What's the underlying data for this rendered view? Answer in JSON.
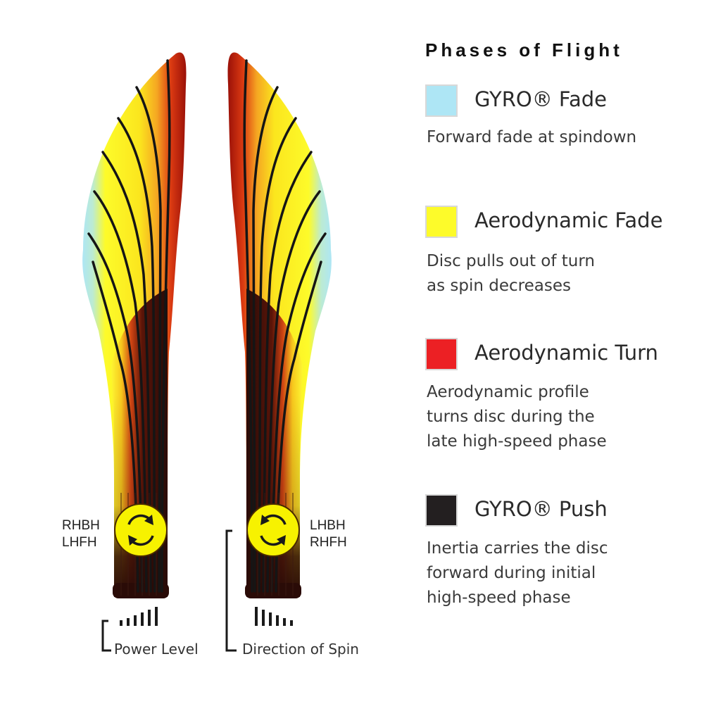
{
  "legend": {
    "title": "Phases of Flight",
    "items": [
      {
        "name": "GYRO® Fade",
        "color": "#aee6f5",
        "desc": [
          "Forward fade at spindown"
        ]
      },
      {
        "name": "Aerodynamic Fade",
        "color": "#fdfb2a",
        "desc": [
          "Disc pulls out of turn",
          "as spin decreases"
        ]
      },
      {
        "name": "Aerodynamic Turn",
        "color": "#ec2024",
        "desc": [
          "Aerodynamic profile",
          "turns disc during the",
          "late high-speed phase"
        ]
      },
      {
        "name": "GYRO® Push",
        "color": "#231f20",
        "desc": [
          "Inertia carries the disc",
          "forward during initial",
          "high-speed phase"
        ]
      }
    ]
  },
  "left_throw": {
    "line1": "RHBH",
    "line2": "LHFH",
    "spin": "clockwise"
  },
  "right_throw": {
    "line1": "LHBH",
    "line2": "RHFH",
    "spin": "counter-clockwise"
  },
  "captions": {
    "power": "Power Level",
    "spin": "Direction of Spin"
  },
  "colors": {
    "disc_marker": "#f7f200",
    "trunk": "#2a0b07",
    "flight_line": "#151515"
  }
}
